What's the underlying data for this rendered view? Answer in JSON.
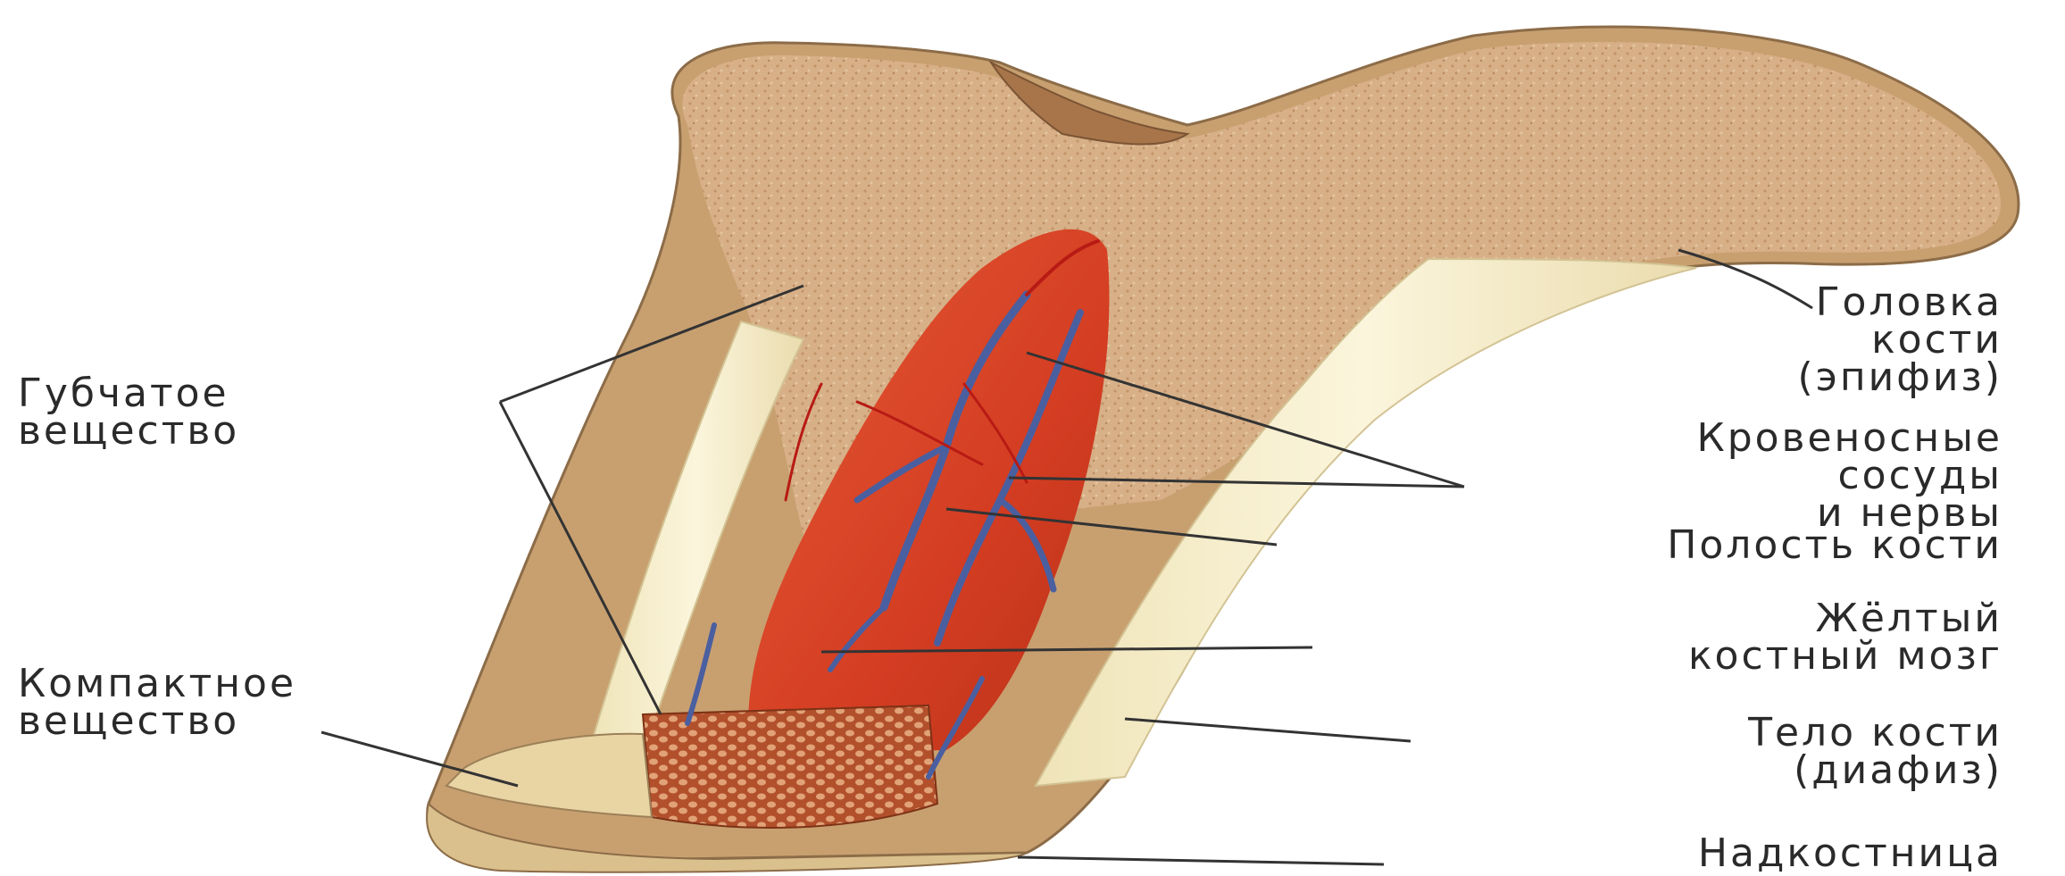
{
  "labels": {
    "head": [
      "Головка",
      "кости",
      "(эпифиз)"
    ],
    "spongy": [
      "Губчатое",
      "вещество"
    ],
    "vessels": [
      "Кровеносные",
      "сосуды",
      "и нервы"
    ],
    "cavity": [
      "Полость кости"
    ],
    "marrow": [
      "Жёлтый",
      "костный мозг"
    ],
    "compact": [
      "Компактное",
      "вещество"
    ],
    "body": [
      "Тело кости",
      "(диафиз)"
    ],
    "periosteum": [
      "Надкостница"
    ]
  },
  "colors": {
    "spongy_bone": "#d9b48a",
    "compact_bone": "#f3ecc8",
    "marrow": "#d8442a",
    "vessel": "#4a5fa0",
    "leader_line": "#333333"
  }
}
